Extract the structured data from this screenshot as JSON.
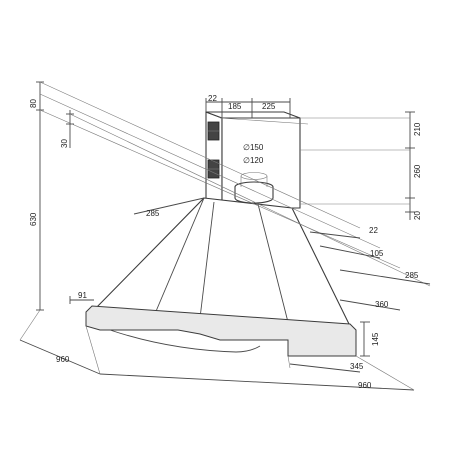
{
  "dimensions": {
    "d80": "80",
    "d30": "30",
    "d630": "630",
    "d22_top": "22",
    "d185": "185",
    "d225_top": "225",
    "d150": "∅150",
    "d120": "∅120",
    "d210": "210",
    "d260": "260",
    "d20": "20",
    "d285_left": "285",
    "d22_right": "22",
    "d105": "105",
    "d285_right": "285",
    "d360": "360",
    "d91": "91",
    "d145": "145",
    "d345": "345",
    "d960_left": "960",
    "d960_bottom": "960"
  }
}
